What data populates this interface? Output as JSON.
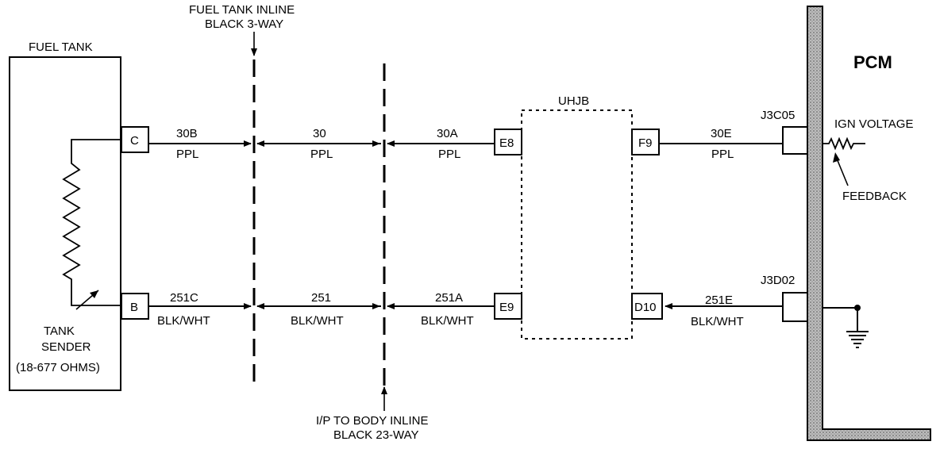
{
  "labels": {
    "fuel_tank": "FUEL TANK",
    "tank_sender_1": "TANK",
    "tank_sender_2": "SENDER",
    "tank_sender_3": "(18-677 OHMS)",
    "inline1_1": "FUEL TANK INLINE",
    "inline1_2": "BLACK 3-WAY",
    "inline2_1": "I/P TO BODY INLINE",
    "inline2_2": "BLACK 23-WAY",
    "uhjb": "UHJB",
    "pcm": "PCM",
    "ign_voltage": "IGN VOLTAGE",
    "feedback": "FEEDBACK",
    "j3c05": "J3C05",
    "j3d02": "J3D02"
  },
  "pins": {
    "c": "C",
    "b": "B",
    "e8": "E8",
    "e9": "E9",
    "f9": "F9",
    "d10": "D10"
  },
  "wires": {
    "w30b": "30B",
    "w30b_color": "PPL",
    "w30": "30",
    "w30_color": "PPL",
    "w30a": "30A",
    "w30a_color": "PPL",
    "w30e": "30E",
    "w30e_color": "PPL",
    "w251c": "251C",
    "w251c_color": "BLK/WHT",
    "w251": "251",
    "w251_color": "BLK/WHT",
    "w251a": "251A",
    "w251a_color": "BLK/WHT",
    "w251e": "251E",
    "w251e_color": "BLK/WHT"
  }
}
